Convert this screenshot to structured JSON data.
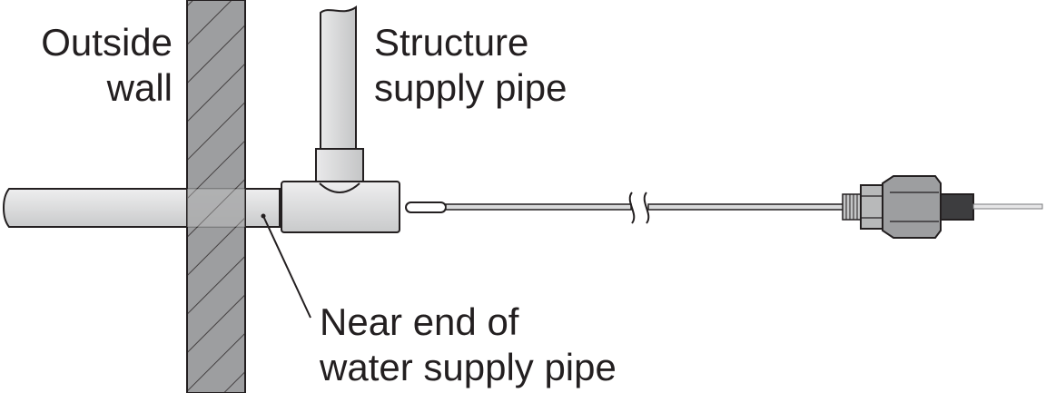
{
  "labels": {
    "outside_wall": [
      "Outside",
      "wall"
    ],
    "structure_supply_pipe": [
      "Structure",
      "supply pipe"
    ],
    "near_end": [
      "Near end of",
      "water supply pipe"
    ]
  },
  "colors": {
    "pipe_fill": "#d9dadb",
    "pipe_stroke": "#231f20",
    "wall_fill": "#8c8d8f",
    "text": "#231f20",
    "background": "#ffffff"
  }
}
